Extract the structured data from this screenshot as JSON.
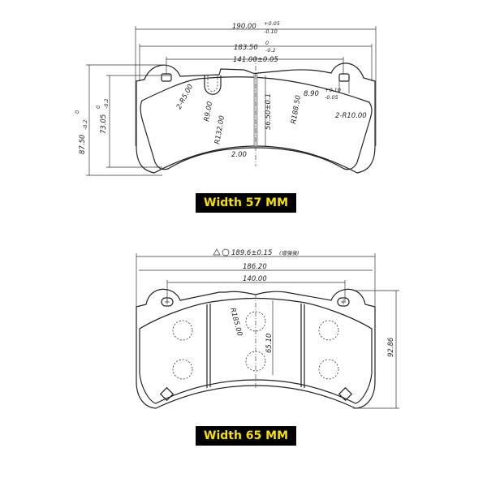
{
  "top_drawing": {
    "overall_width": "190.00",
    "overall_width_tol_upper": "+0.05",
    "overall_width_tol_lower": "-0.10",
    "body_width": "183.50",
    "body_width_tol_upper": "0",
    "body_width_tol_lower": "-0.2",
    "hole_spacing": "141.00±0.05",
    "overall_height": "87.50",
    "overall_height_tol_upper": "0",
    "overall_height_tol_lower": "-0.2",
    "pad_height": "73.05",
    "pad_height_tol_upper": "0",
    "pad_height_tol_lower": "-0.2",
    "slot_radius": "2-R5.00",
    "notch_radius": "R9.00",
    "inner_radius": "R132.00",
    "center_height": "56.50±0.1",
    "top_radius": "R188.50",
    "ear_offset": "8.90",
    "ear_offset_tol_upper": "+0.10",
    "ear_offset_tol_lower": "-0.05",
    "corner_radius": "2-R10.00",
    "slot_width": "2.00"
  },
  "top_label": "Width 57 MM",
  "bottom_drawing": {
    "overall_width": "189.6±0.15",
    "overall_width_note": "(增強後)",
    "body_width": "186.20",
    "hole_spacing": "140.00",
    "top_radius": "R185.00",
    "center_height": "65.10",
    "overall_height": "92.86"
  },
  "bottom_label": "Width 65 MM",
  "colors": {
    "label_bg": "#000000",
    "label_text": "#f5e000",
    "line": "#222222"
  }
}
